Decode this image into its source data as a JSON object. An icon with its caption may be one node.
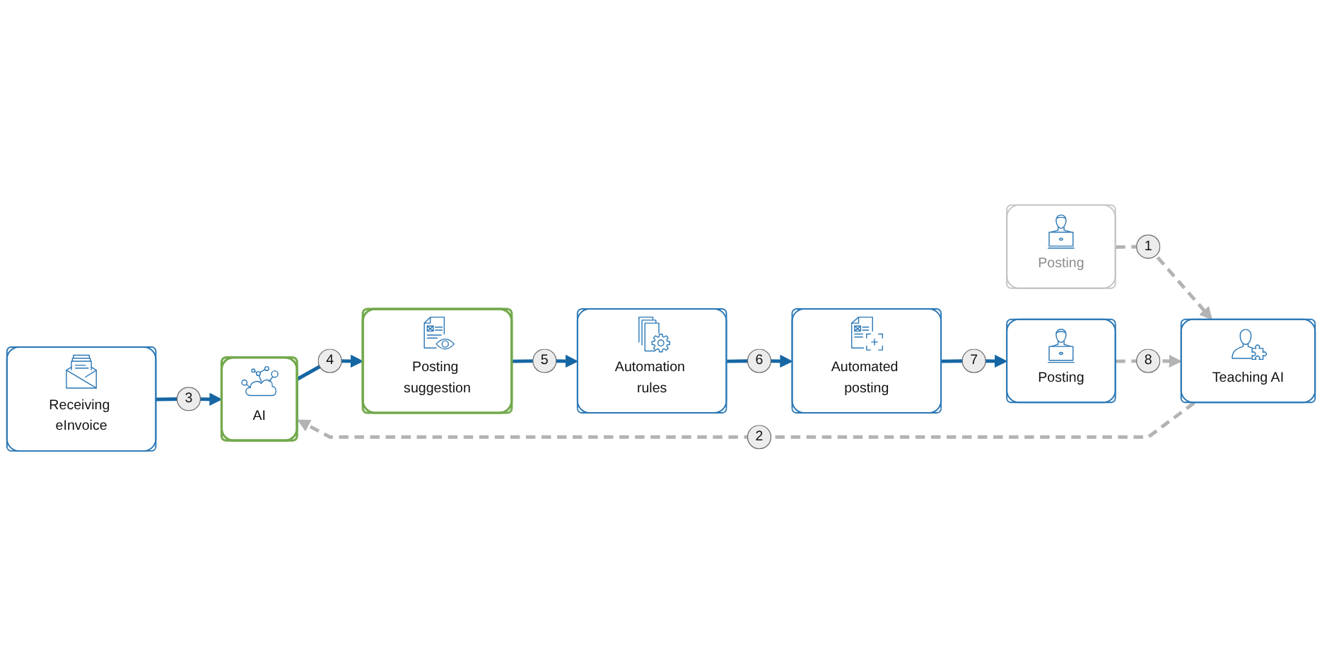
{
  "diagram": {
    "nodes": [
      {
        "text": [
          "Receiving eInvoice"
        ]
      },
      {
        "text": [
          "AI"
        ]
      },
      {
        "text": [
          "Posting suggestion"
        ]
      },
      {
        "text": [
          "Automation rules"
        ]
      },
      {
        "text": [
          "Posting"
        ]
      },
      {
        "text": [
          "Teaching AI"
        ]
      },
      {
        "text": [
          "Posting"
        ]
      },
      {
        "text": [
          "Automated posting"
        ]
      }
    ],
    "edges": [
      {
        "from": 4,
        "to": 5,
        "arrow": "to",
        "label": "1",
        "style": "dashed",
        "color": "#b3b3b3"
      },
      {
        "from": 5,
        "to": 1,
        "arrow": "to",
        "label": "2",
        "style": "dashed",
        "color": "#b3b3b3"
      },
      {
        "from": 0,
        "to": 1,
        "arrow": "to",
        "label": "3"
      },
      {
        "from": 1,
        "to": 2,
        "arrow": "to",
        "label": "4"
      },
      {
        "from": 2,
        "to": 3,
        "arrow": "to",
        "label": "5"
      },
      {
        "from": 3,
        "to": 7,
        "arrow": "to",
        "label": "6"
      },
      {
        "from": 7,
        "to": 6,
        "arrow": "to",
        "label": "7"
      },
      {
        "from": 6,
        "to": 5,
        "arrow": "to",
        "label": "8",
        "style": "dashed",
        "color": "#b3b3b3"
      }
    ]
  }
}
